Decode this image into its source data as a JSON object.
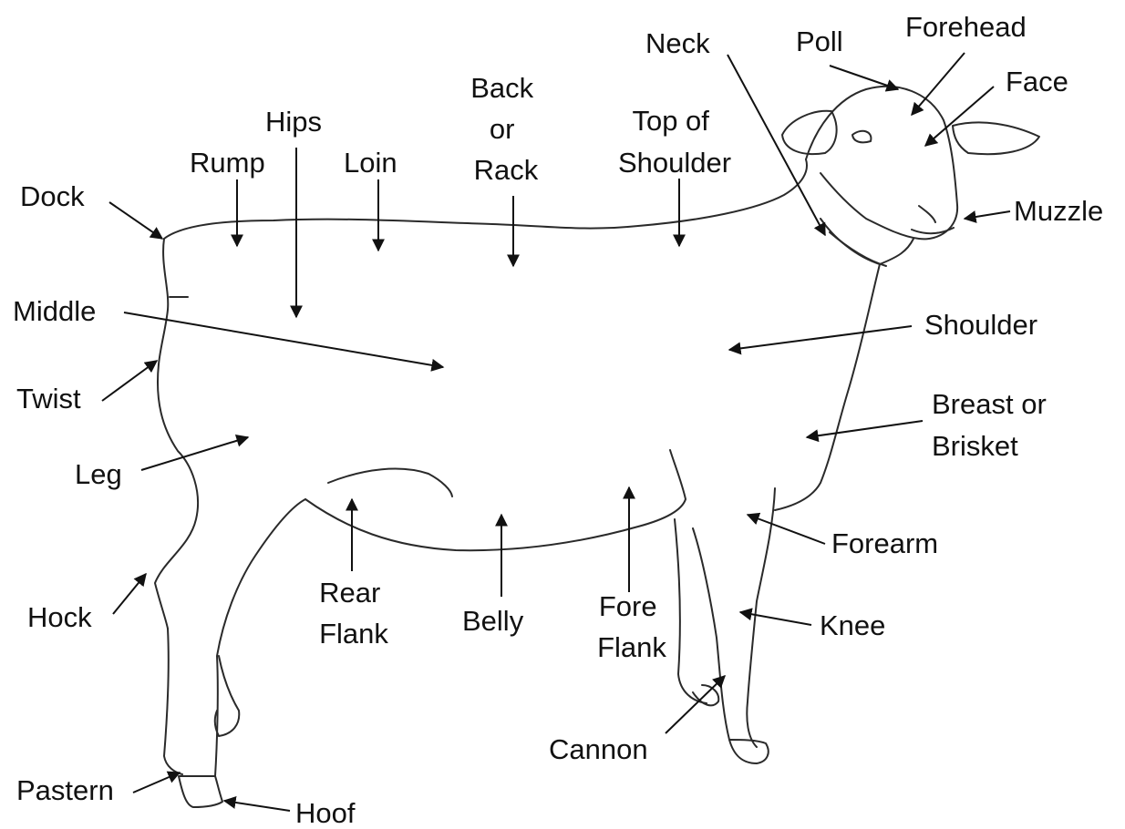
{
  "labels": {
    "neck": "Neck",
    "poll": "Poll",
    "forehead": "Forehead",
    "face": "Face",
    "muzzle": "Muzzle",
    "back_or_rack": [
      "Back",
      "or",
      "Rack"
    ],
    "top_of_shoulder": [
      "Top of",
      "Shoulder"
    ],
    "hips": "Hips",
    "rump": "Rump",
    "loin": "Loin",
    "dock": "Dock",
    "middle": "Middle",
    "shoulder": "Shoulder",
    "twist": "Twist",
    "breast_or_brisket": [
      "Breast or",
      "Brisket"
    ],
    "leg": "Leg",
    "forearm": "Forearm",
    "hock": "Hock",
    "rear_flank": [
      "Rear",
      "Flank"
    ],
    "belly": "Belly",
    "fore_flank": [
      "Fore",
      "Flank"
    ],
    "knee": "Knee",
    "cannon": "Cannon",
    "pastern": "Pastern",
    "hoof": "Hoof"
  }
}
